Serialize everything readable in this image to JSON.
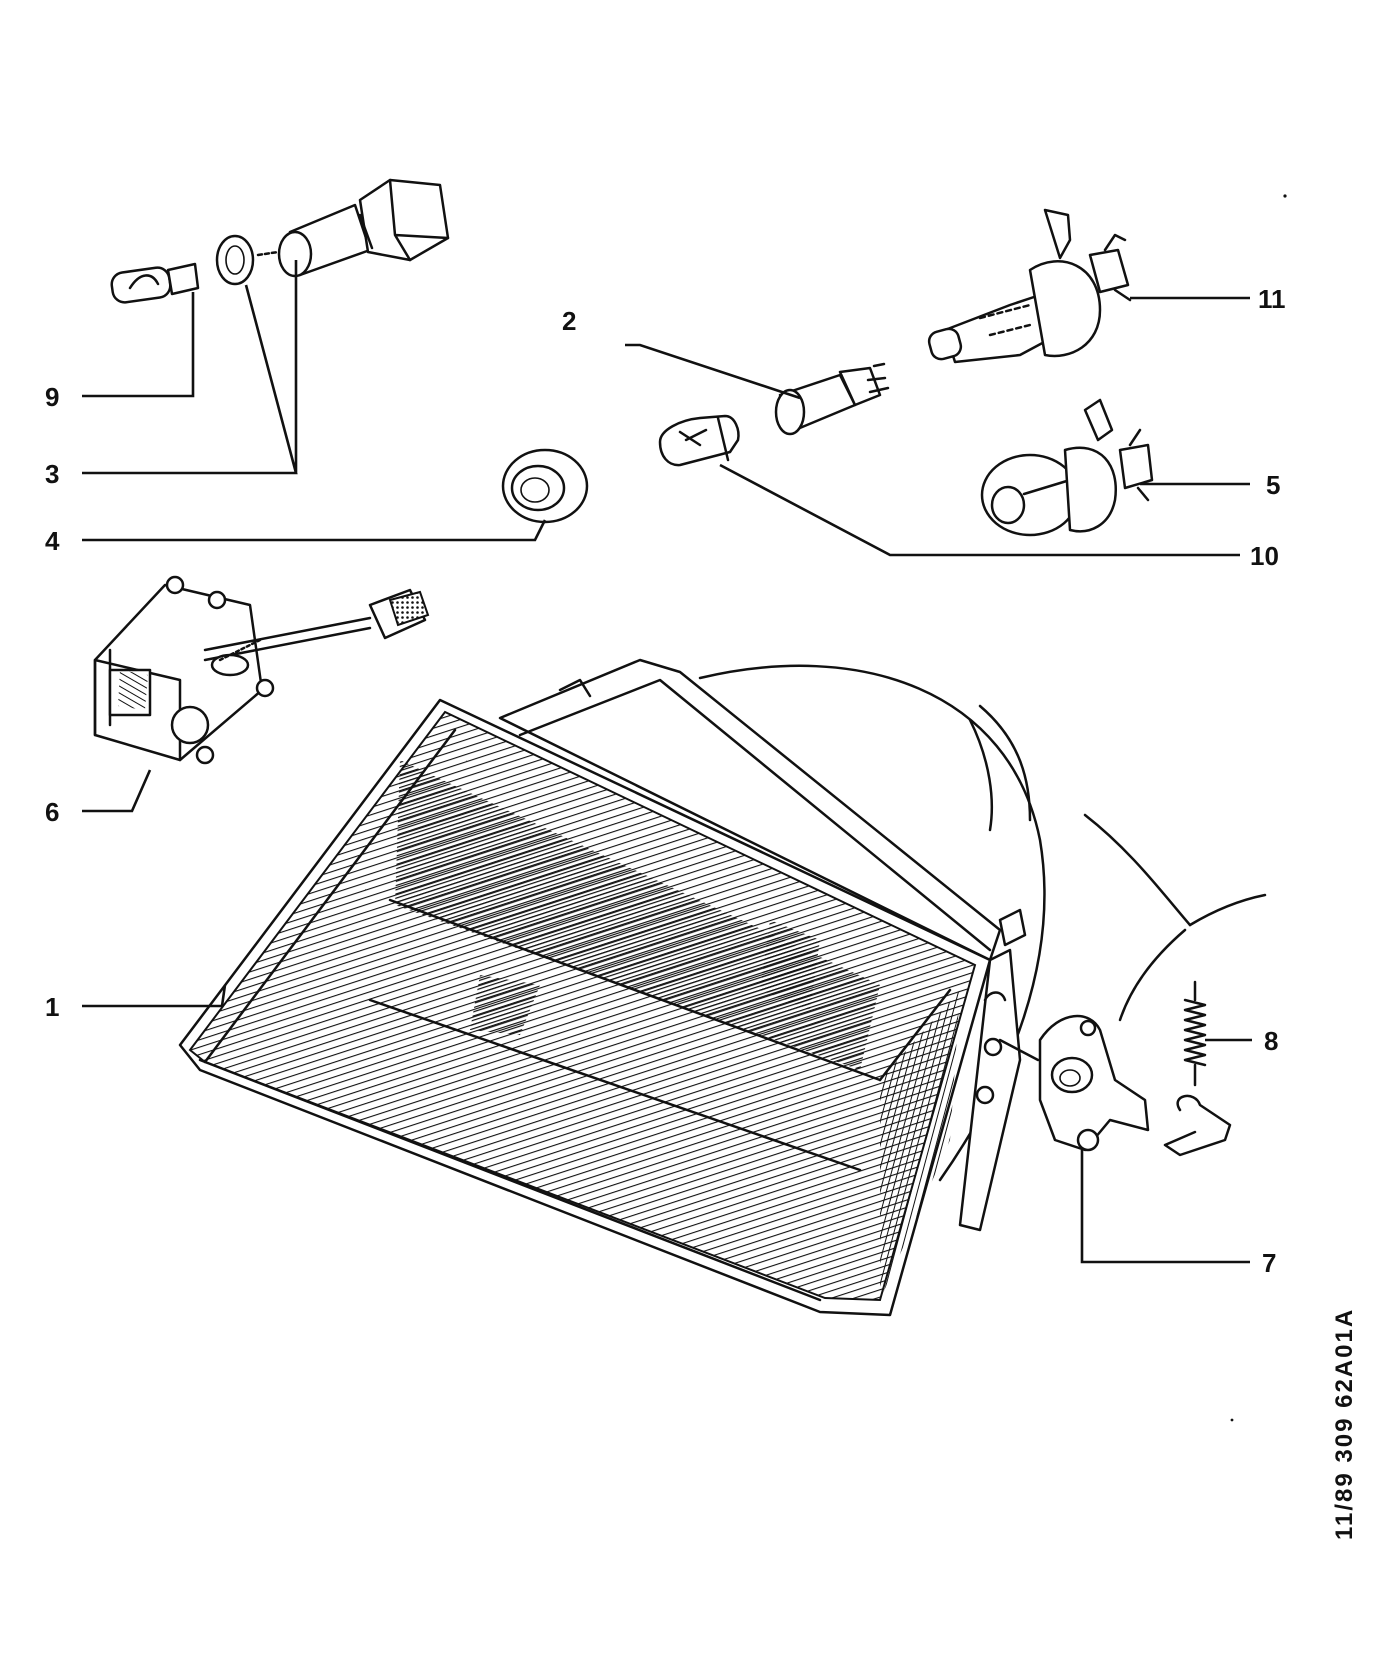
{
  "diagram": {
    "parts": [
      {
        "number": "1",
        "name": "headlamp-unit"
      },
      {
        "number": "2",
        "name": "sidelight-bulb-holder"
      },
      {
        "number": "3",
        "name": "bulb-holder-with-seal"
      },
      {
        "number": "4",
        "name": "rubber-grommet"
      },
      {
        "number": "5",
        "name": "halogen-bulb-h4-round"
      },
      {
        "number": "6",
        "name": "beam-adjuster"
      },
      {
        "number": "7",
        "name": "mounting-bracket"
      },
      {
        "number": "8",
        "name": "retaining-spring-and-clip"
      },
      {
        "number": "9",
        "name": "wedge-bulb"
      },
      {
        "number": "10",
        "name": "festoon-bulb"
      },
      {
        "number": "11",
        "name": "halogen-bulb-h4"
      }
    ],
    "reference_code": "11/89  309  62A01A"
  }
}
